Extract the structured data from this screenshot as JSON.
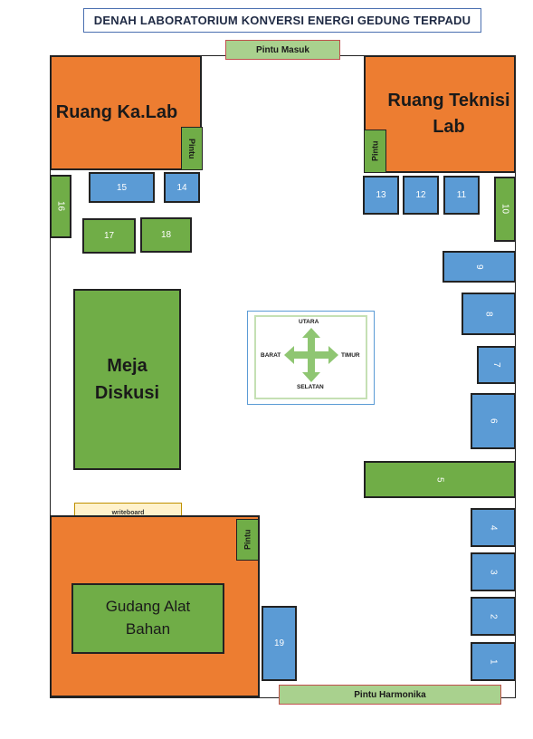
{
  "title": "DENAH LABORATORIUM KONVERSI ENERGI GEDUNG TERPADU",
  "doors": {
    "main": "Pintu Masuk",
    "harmonika": "Pintu Harmonika",
    "pintu": "Pintu"
  },
  "rooms": {
    "kalab": "Ruang Ka.Lab",
    "teknisi_line1": "Ruang Teknisi",
    "teknisi_line2": "Lab",
    "gudang_line1": "Gudang Alat",
    "gudang_line2": "Bahan"
  },
  "discussion_table": {
    "line1": "Meja",
    "line2": "Diskusi"
  },
  "whiteboard": "writeboard",
  "compass": {
    "north": "UTARA",
    "south": "SELATAN",
    "west": "BARAT",
    "east": "TIMUR"
  },
  "tables": [
    "1",
    "2",
    "3",
    "4",
    "5",
    "6",
    "7",
    "8",
    "9",
    "10",
    "11",
    "12",
    "13",
    "14",
    "15",
    "16",
    "17",
    "18",
    "19"
  ],
  "colors": {
    "orange": "#ed7d31",
    "green": "#70ad47",
    "blue": "#5b9bd5",
    "light_green": "#a9d18e",
    "compass_arrow": "#8fc672"
  }
}
